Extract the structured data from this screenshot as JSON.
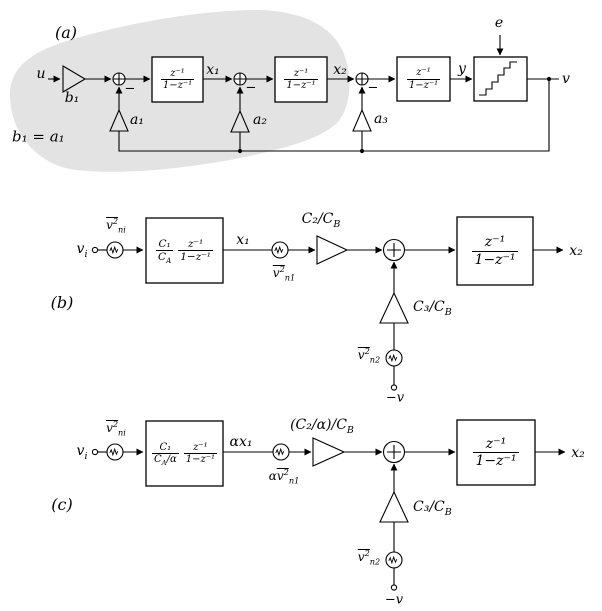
{
  "colors": {
    "background": "#ffffff",
    "line": "#000000",
    "highlight_blob": "#e3e3e3"
  },
  "fig_a": {
    "label": "(a)",
    "input_label": "u",
    "input_gain": "b₁",
    "minus1": "−",
    "minus2": "−",
    "minus3": "−",
    "integrator1": {
      "num": "z⁻¹",
      "den": "1−z⁻¹"
    },
    "integrator2": {
      "num": "z⁻¹",
      "den": "1−z⁻¹"
    },
    "integrator3": {
      "num": "z⁻¹",
      "den": "1−z⁻¹"
    },
    "x1": "x₁",
    "x2": "x₂",
    "y": "y",
    "fb1": "a₁",
    "fb2": "a₂",
    "fb3": "a₃",
    "note": "b₁ = a₁",
    "quant_error": "e",
    "output": "v"
  },
  "fig_b": {
    "label": "(b)",
    "input": {
      "base": "v",
      "sub": "i"
    },
    "input_noise": {
      "overlined": "v",
      "sup": "2",
      "sub": "ni"
    },
    "stage1": {
      "gain_num": "C₁",
      "gain_den_base": "C",
      "gain_den_sub": "A",
      "int_num": "z⁻¹",
      "int_den": "1−z⁻¹"
    },
    "x1": "x₁",
    "opamp_noise": {
      "overlined": "v",
      "sup": "2",
      "sub": "n1"
    },
    "gain2": {
      "text": "C₂/C",
      "sub": "B"
    },
    "integrator": {
      "num": "z⁻¹",
      "den": "1−z⁻¹"
    },
    "x2": "x₂",
    "gain3": {
      "text": "C₃/C",
      "sub": "B"
    },
    "fb_noise": {
      "overlined": "v",
      "sup": "2",
      "sub": "n2"
    },
    "fb_input": "−v"
  },
  "fig_c": {
    "label": "(c)",
    "input": {
      "base": "v",
      "sub": "i"
    },
    "input_noise": {
      "overlined": "v",
      "sup": "2",
      "sub": "ni"
    },
    "stage1": {
      "gain_num": "C₁",
      "gain_den_base": "C",
      "gain_den_sub": "A",
      "gain_den_rest": "/α",
      "int_num": "z⁻¹",
      "int_den": "1−z⁻¹"
    },
    "x1": "αx₁",
    "opamp_noise": {
      "pre": "α",
      "overlined": "v",
      "sup": "2",
      "sub": "n1"
    },
    "gain2": {
      "text": "(C₂/α)/C",
      "sub": "B"
    },
    "integrator": {
      "num": "z⁻¹",
      "den": "1−z⁻¹"
    },
    "x2": "x₂",
    "gain3": {
      "text": "C₃/C",
      "sub": "B"
    },
    "fb_noise": {
      "overlined": "v",
      "sup": "2",
      "sub": "n2"
    },
    "fb_input": "−v"
  }
}
